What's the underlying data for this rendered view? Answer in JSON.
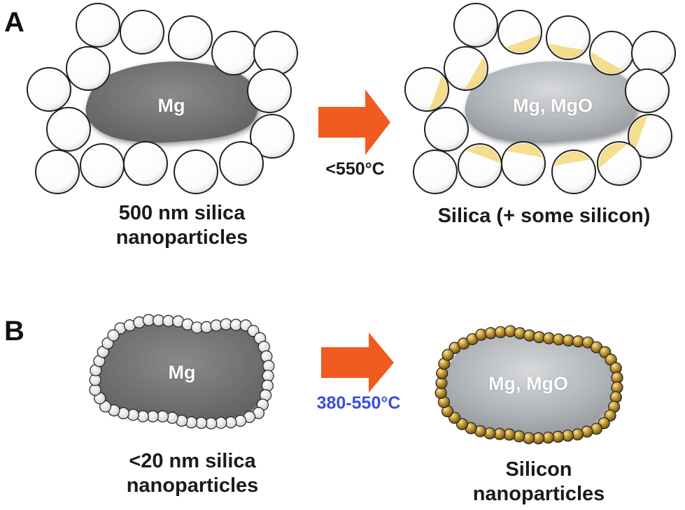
{
  "panels": [
    {
      "letter": "A",
      "left": {
        "core_label": "Mg",
        "caption_line1": "500 nm silica",
        "caption_line2": "nanoparticles"
      },
      "arrow": {
        "condition": "<550°C",
        "condition_color": "#1a1a1a"
      },
      "right": {
        "core_label": "Mg, MgO",
        "caption_line1": "Silica (+ some silicon)",
        "caption_line2": ""
      }
    },
    {
      "letter": "B",
      "left": {
        "core_label": "Mg",
        "caption_line1": "<20 nm silica",
        "caption_line2": "nanoparticles"
      },
      "arrow": {
        "condition": "380-550°C",
        "condition_color": "#3b4fd9"
      },
      "right": {
        "core_label": "Mg, MgO",
        "caption_line1": "Silicon",
        "caption_line2": "nanoparticles"
      }
    }
  ],
  "colors": {
    "arrow": "#f25b1f",
    "mg_core": "#6e6e6e",
    "mgo_core": "#a9adb1",
    "silica_sphere": "#ffffff",
    "silicon_sphere": "#b8902a",
    "reaction_tint": "#f3d36a"
  }
}
